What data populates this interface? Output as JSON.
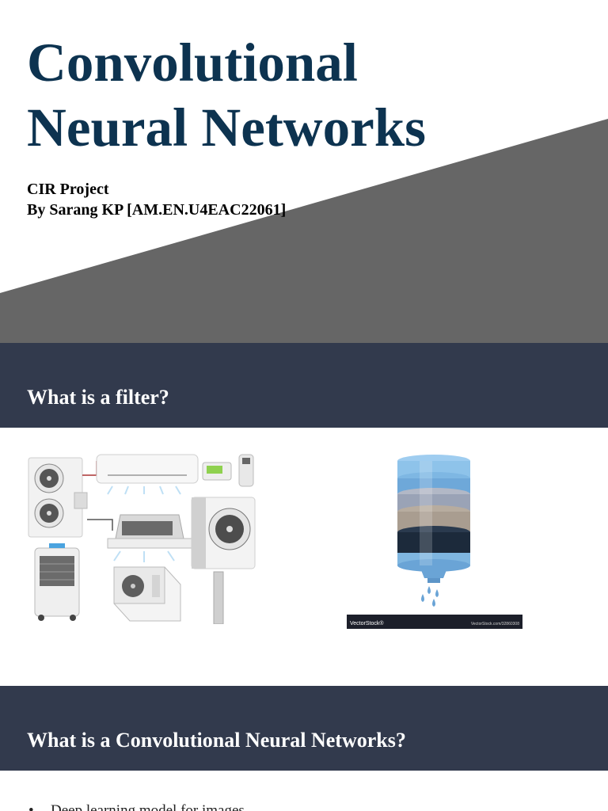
{
  "slide1": {
    "title_line1": "Convolutional",
    "title_line2": "Neural Networks",
    "subtitle_line1": "CIR Project",
    "subtitle_line2": "By Sarang KP [AM.EN.U4EAC22061]"
  },
  "slide2": {
    "heading": "What is a filter?",
    "images": {
      "left_icon": "air-conditioner-icon",
      "right_icon": "water-filter-icon",
      "watermark_left": "VectorStock®",
      "watermark_right": "VectorStock.com/32860308"
    }
  },
  "slide3": {
    "heading": "What is a Convolutional Neural Networks?",
    "bullets": [
      "Deep learning model for images"
    ]
  },
  "colors": {
    "title": "#0d3350",
    "band": "#323a4d",
    "gray_shape": "#666666"
  }
}
